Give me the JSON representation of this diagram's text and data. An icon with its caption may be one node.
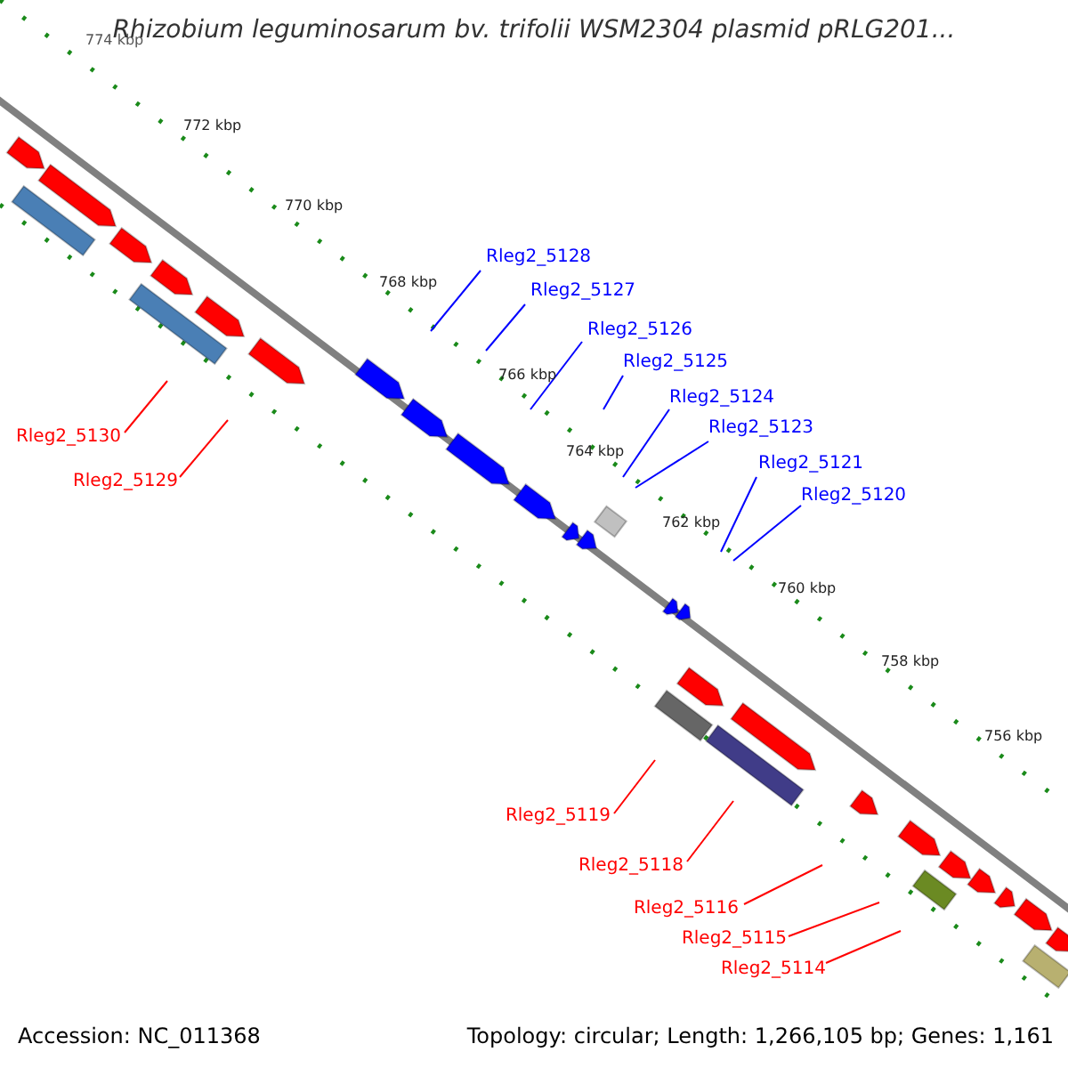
{
  "diagram": {
    "title": "Rhizobium leguminosarum bv. trifolii WSM2304 plasmid pRLG201...",
    "nodes": [
      {
        "text": [
          "Rleg2_5128"
        ]
      },
      {
        "text": [
          "Rleg2_5127"
        ]
      },
      {
        "text": [
          "Rleg2_5126"
        ]
      },
      {
        "text": [
          "Rleg2_5125"
        ]
      },
      {
        "text": [
          "Rleg2_5124"
        ]
      },
      {
        "text": [
          "Rleg2_5123"
        ]
      },
      {
        "text": [
          "Rleg2_5130"
        ]
      },
      {
        "text": [
          "Rleg2_5121"
        ]
      },
      {
        "text": [
          "Rleg2_5129"
        ]
      },
      {
        "text": [
          "Rleg2_5120"
        ]
      },
      {
        "text": [
          "Rleg2_5119"
        ]
      },
      {
        "text": [
          "Rleg2_5118"
        ]
      },
      {
        "text": [
          "Rleg2_5116"
        ]
      },
      {
        "text": [
          "Rleg2_5115"
        ]
      },
      {
        "text": [
          "Rleg2_5114"
        ]
      }
    ],
    "edges": [
      {
        "from": 0,
        "to": null,
        "arrow": "none"
      },
      {
        "from": 1,
        "to": null,
        "arrow": "none"
      },
      {
        "from": 2,
        "to": null,
        "arrow": "none"
      },
      {
        "from": 3,
        "to": null,
        "arrow": "none"
      },
      {
        "from": 4,
        "to": null,
        "arrow": "none"
      },
      {
        "from": 5,
        "to": null,
        "arrow": "none"
      },
      {
        "from": 6,
        "to": null,
        "arrow": "none",
        "color": "#ff0000"
      },
      {
        "from": 7,
        "to": null,
        "arrow": "none"
      },
      {
        "from": 8,
        "to": null,
        "arrow": "none",
        "color": "#ff0000"
      },
      {
        "from": 9,
        "to": null,
        "arrow": "none"
      },
      {
        "from": 10,
        "to": null,
        "arrow": "none",
        "color": "#ff0000"
      },
      {
        "from": 11,
        "to": null,
        "arrow": "none",
        "color": "#ff0000"
      },
      {
        "from": 12,
        "to": null,
        "arrow": "none",
        "color": "#ff0000"
      },
      {
        "from": 13,
        "to": null,
        "arrow": "none",
        "color": "#ff0000"
      },
      {
        "from": 14,
        "to": null,
        "arrow": "none",
        "color": "#ff0000"
      }
    ],
    "labels": [
      "774 kbp",
      "772 kbp",
      "770 kbp",
      "768 kbp",
      "766 kbp",
      "764 kbp",
      "762 kbp",
      "760 kbp",
      "758 kbp",
      "756 kbp",
      "Accession: NC_011368",
      "Topology: circular; Length: 1,266,105 bp; Genes: 1,161"
    ]
  }
}
